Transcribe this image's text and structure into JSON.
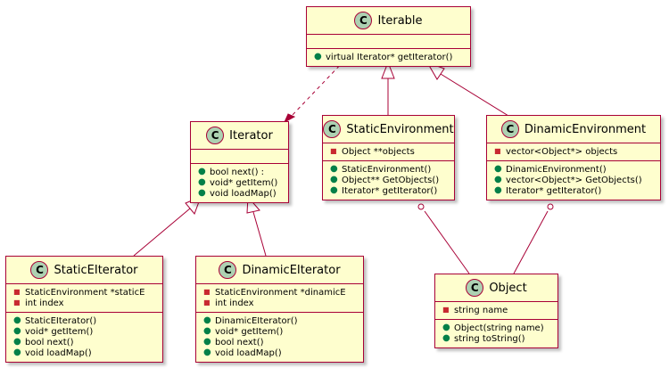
{
  "colors": {
    "class_fill": "#FEFECE",
    "border": "#A80036",
    "class_circle": "#ADD1B2",
    "public_marker": "#038048",
    "private_marker": "#C82930"
  },
  "classes": [
    {
      "id": "iterable",
      "stereotype": "C",
      "name": "Iterable",
      "fields": [],
      "methods": [
        {
          "vis": "+",
          "text": "virtual Iterator* getIterator()"
        }
      ]
    },
    {
      "id": "iterator",
      "stereotype": "C",
      "name": "Iterator",
      "fields": [],
      "methods": [
        {
          "vis": "+",
          "text": "bool next() :"
        },
        {
          "vis": "+",
          "text": "void* getItem()"
        },
        {
          "vis": "+",
          "text": "void loadMap()"
        }
      ]
    },
    {
      "id": "static-environment",
      "stereotype": "C",
      "name": "StaticEnvironment",
      "fields": [
        {
          "vis": "-",
          "text": "Object **objects"
        }
      ],
      "methods": [
        {
          "vis": "+",
          "text": "StaticEnvironment()"
        },
        {
          "vis": "+",
          "text": "Object** GetObjects()"
        },
        {
          "vis": "+",
          "text": "Iterator* getIterator()"
        }
      ]
    },
    {
      "id": "dinamic-environment",
      "stereotype": "C",
      "name": "DinamicEnvironment",
      "fields": [
        {
          "vis": "-",
          "text": "vector<Object*> objects"
        }
      ],
      "methods": [
        {
          "vis": "+",
          "text": "DinamicEnvironment()"
        },
        {
          "vis": "+",
          "text": "vector<Object*> GetObjects()"
        },
        {
          "vis": "+",
          "text": "Iterator* getIterator()"
        }
      ]
    },
    {
      "id": "static-eiterator",
      "stereotype": "C",
      "name": "StaticEIterator",
      "fields": [
        {
          "vis": "-",
          "text": "StaticEnvironment *staticE"
        },
        {
          "vis": "-",
          "text": "int index"
        }
      ],
      "methods": [
        {
          "vis": "+",
          "text": "StaticEIterator()"
        },
        {
          "vis": "+",
          "text": "void* getItem()"
        },
        {
          "vis": "+",
          "text": "bool next()"
        },
        {
          "vis": "+",
          "text": "void loadMap()"
        }
      ]
    },
    {
      "id": "dinamic-eiterator",
      "stereotype": "C",
      "name": "DinamicEIterator",
      "fields": [
        {
          "vis": "-",
          "text": "StaticEnvironment *dinamicE"
        },
        {
          "vis": "-",
          "text": "int index"
        }
      ],
      "methods": [
        {
          "vis": "+",
          "text": "DinamicEIterator()"
        },
        {
          "vis": "+",
          "text": "void* getItem()"
        },
        {
          "vis": "+",
          "text": "bool next()"
        },
        {
          "vis": "+",
          "text": "void loadMap()"
        }
      ]
    },
    {
      "id": "object",
      "stereotype": "C",
      "name": "Object",
      "fields": [
        {
          "vis": "-",
          "text": "string name"
        }
      ],
      "methods": [
        {
          "vis": "+",
          "text": "Object(string name)"
        },
        {
          "vis": "+",
          "text": "string toString()"
        }
      ]
    }
  ],
  "relations": [
    {
      "from": "iterable",
      "to": "iterator",
      "kind": "dependency"
    },
    {
      "from": "static-environment",
      "to": "iterable",
      "kind": "generalization"
    },
    {
      "from": "dinamic-environment",
      "to": "iterable",
      "kind": "generalization"
    },
    {
      "from": "static-eiterator",
      "to": "iterator",
      "kind": "generalization"
    },
    {
      "from": "dinamic-eiterator",
      "to": "iterator",
      "kind": "generalization"
    },
    {
      "from": "static-environment",
      "to": "object",
      "kind": "aggregation"
    },
    {
      "from": "dinamic-environment",
      "to": "object",
      "kind": "aggregation"
    }
  ]
}
